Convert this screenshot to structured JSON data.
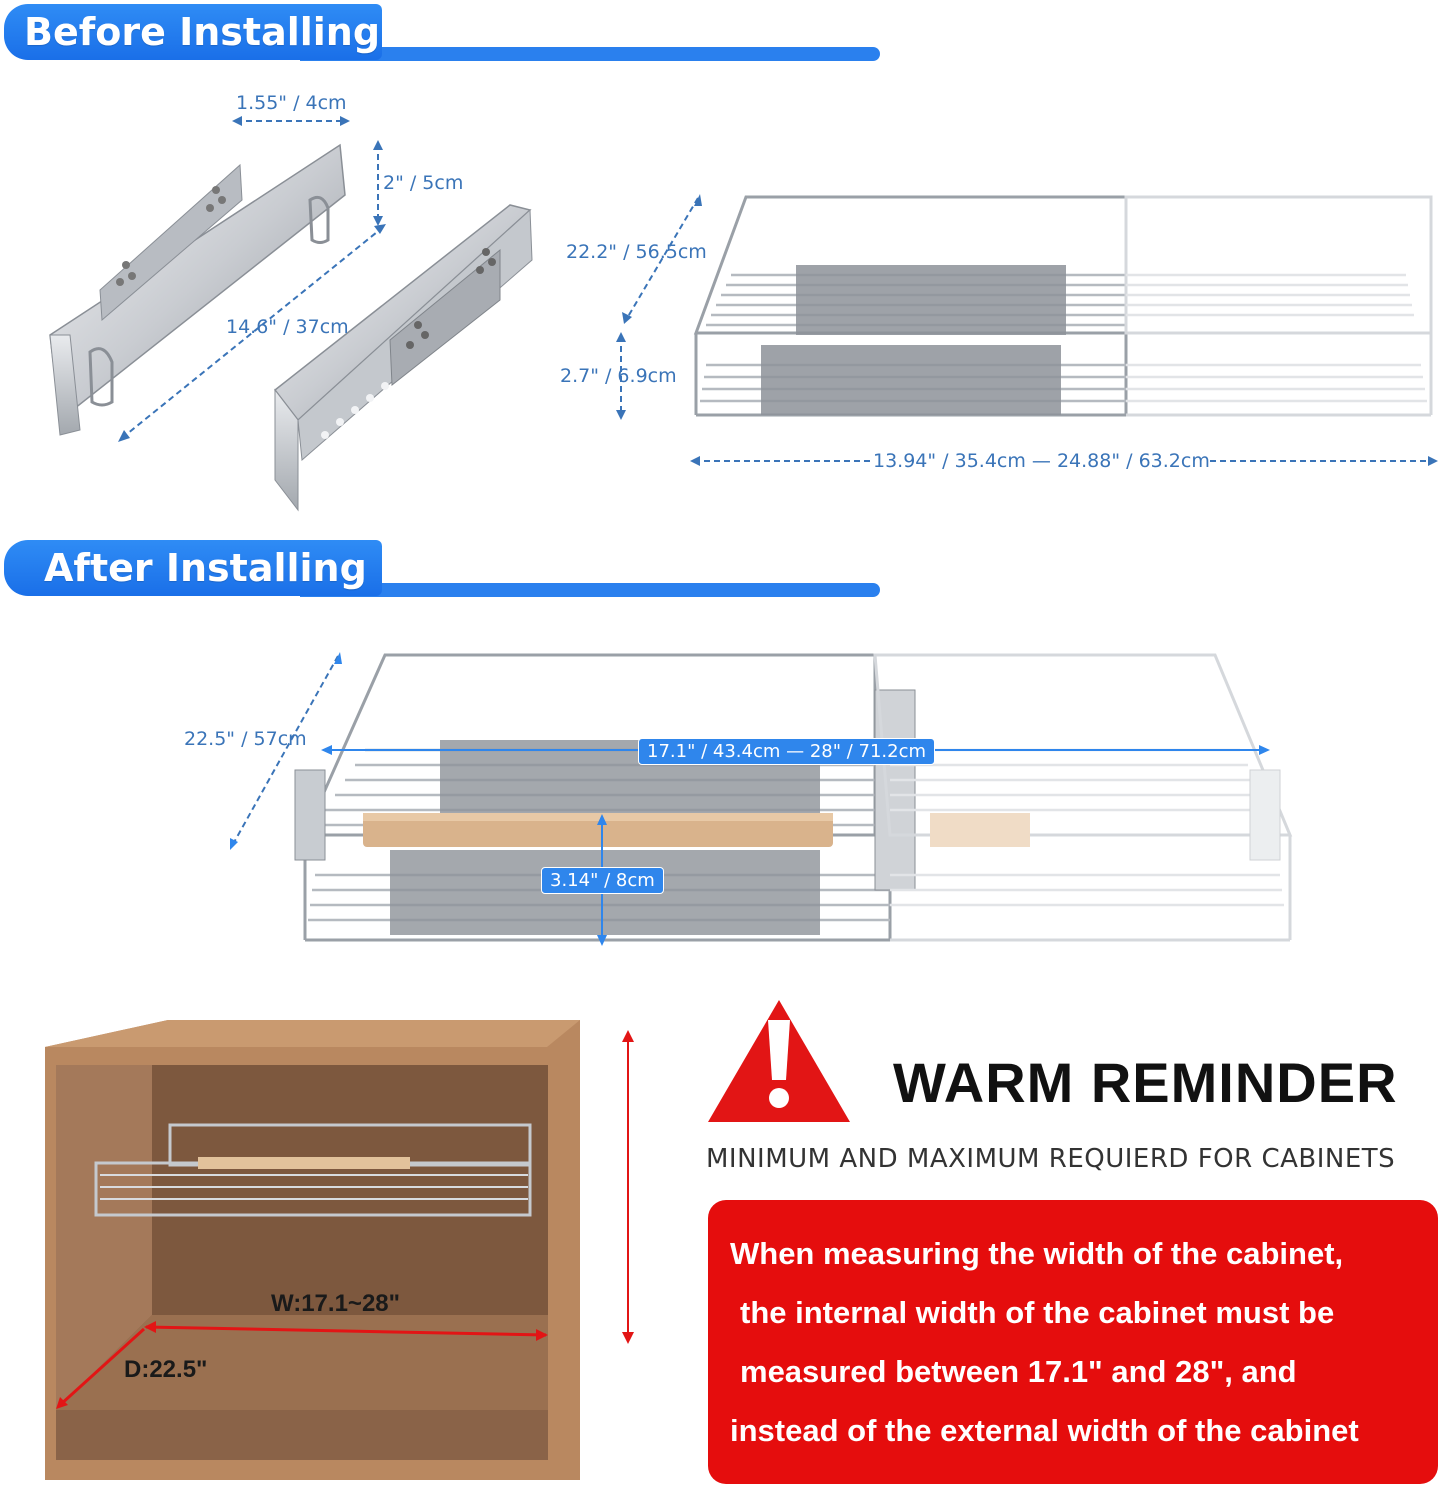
{
  "sections": {
    "before_title": "Before Installing",
    "after_title": "After Installing"
  },
  "before": {
    "slide_width": "1.55\" / 4cm",
    "slide_height": "2\" / 5cm",
    "slide_length": "14.6\" / 37cm",
    "basket_depth": "22.2\" / 56.5cm",
    "basket_height": "2.7\" / 6.9cm",
    "basket_width": "13.94\" / 35.4cm — 24.88\" / 63.2cm"
  },
  "after": {
    "depth": "22.5\" / 57cm",
    "width": "17.1\" / 43.4cm — 28\" / 71.2cm",
    "height": "3.14\" / 8cm"
  },
  "cabinet": {
    "width_label": "W:17.1~28\"",
    "depth_label": "D:22.5\""
  },
  "reminder": {
    "title": "WARM REMINDER",
    "subtitle": "MINIMUM AND MAXIMUM REQUIERD FOR CABINETS",
    "lines": [
      "When measuring the width of the cabinet,",
      "the internal width of the cabinet must be",
      "measured between 17.1\" and 28\", and",
      "instead of the external width of the cabinet"
    ]
  },
  "colors": {
    "accent_blue": "#2a80ee",
    "dimension_blue": "#3a74b8",
    "warning_red": "#e50d0d",
    "wood": "#b98860"
  }
}
